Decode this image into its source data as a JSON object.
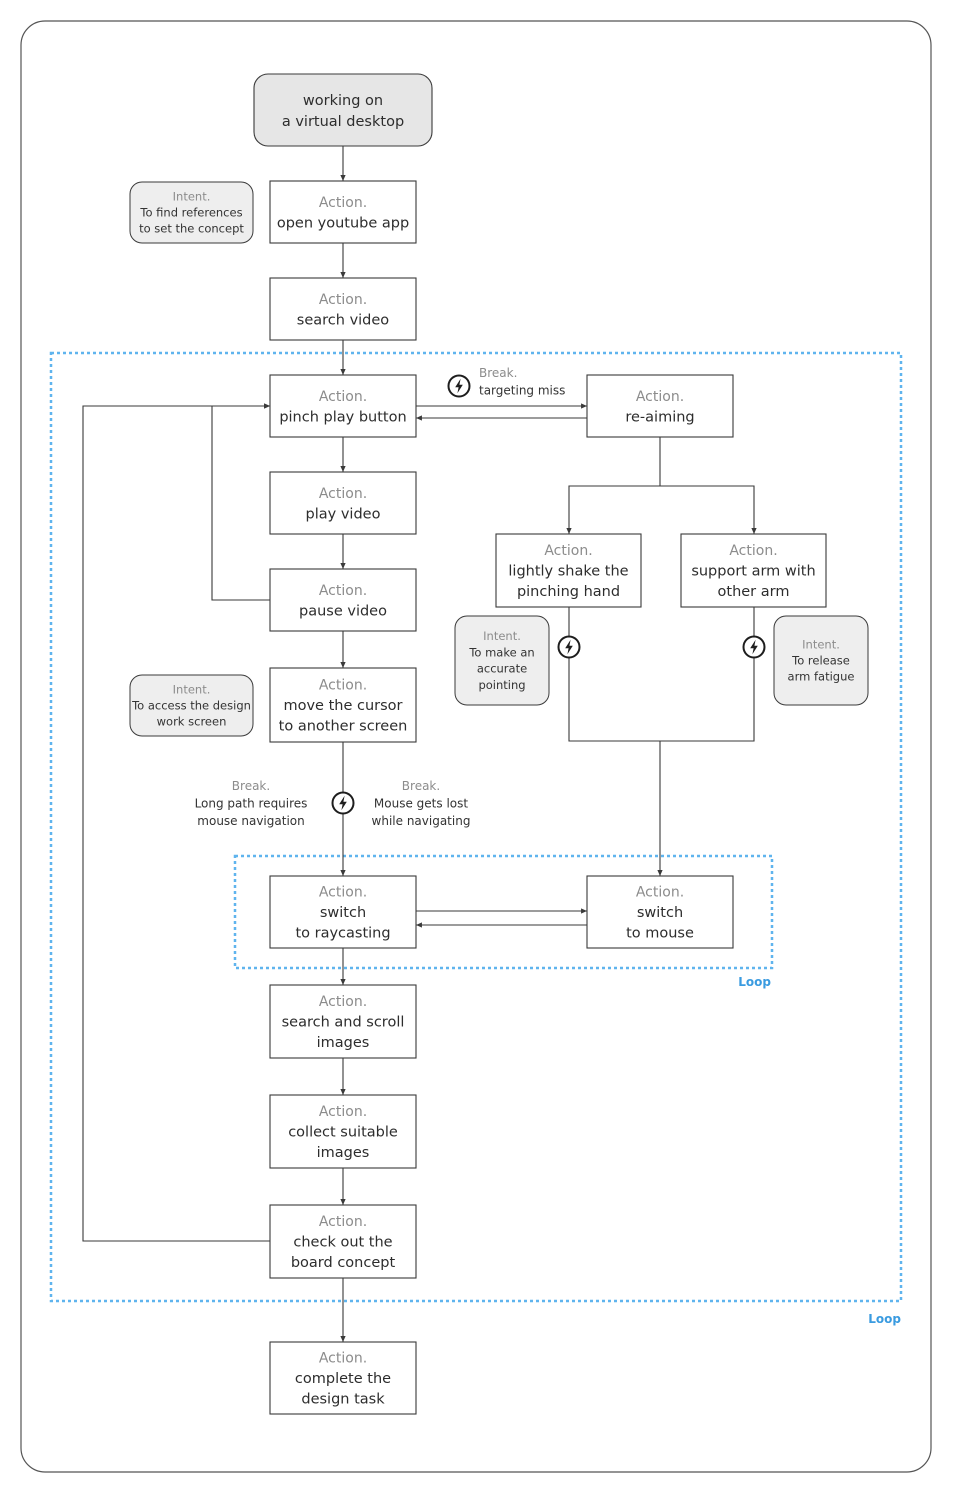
{
  "colors": {
    "loop": "#5fb4ee",
    "loop_label": "#3a9be0",
    "start_fill": "#e6e6e6",
    "intent_fill": "#eeeeee",
    "box_stroke": "#3a3a3a"
  },
  "start": {
    "line1": "working on",
    "line2": "a virtual desktop"
  },
  "actions": {
    "open_youtube": {
      "kicker": "Action.",
      "lines": [
        "open youtube app"
      ]
    },
    "search_video": {
      "kicker": "Action.",
      "lines": [
        "search video"
      ]
    },
    "pinch_play": {
      "kicker": "Action.",
      "lines": [
        "pinch play button"
      ]
    },
    "re_aiming": {
      "kicker": "Action.",
      "lines": [
        "re-aiming"
      ]
    },
    "play_video": {
      "kicker": "Action.",
      "lines": [
        "play video"
      ]
    },
    "pause_video": {
      "kicker": "Action.",
      "lines": [
        "pause video"
      ]
    },
    "shake_hand": {
      "kicker": "Action.",
      "lines": [
        "lightly shake the",
        "pinching hand"
      ]
    },
    "support_arm": {
      "kicker": "Action.",
      "lines": [
        "support arm with",
        "other arm"
      ]
    },
    "move_cursor": {
      "kicker": "Action.",
      "lines": [
        "move the cursor",
        "to another screen"
      ]
    },
    "switch_raycasting": {
      "kicker": "Action.",
      "lines": [
        "switch",
        "to raycasting"
      ]
    },
    "switch_mouse": {
      "kicker": "Action.",
      "lines": [
        "switch",
        "to mouse"
      ]
    },
    "search_scroll": {
      "kicker": "Action.",
      "lines": [
        "search and scroll",
        "images"
      ]
    },
    "collect_images": {
      "kicker": "Action.",
      "lines": [
        "collect suitable",
        "images"
      ]
    },
    "check_board": {
      "kicker": "Action.",
      "lines": [
        "check out the",
        "board concept"
      ]
    },
    "complete_task": {
      "kicker": "Action.",
      "lines": [
        "complete the",
        "design task"
      ]
    }
  },
  "intents": {
    "find_references": {
      "kicker": "Intent.",
      "lines": [
        "To find references",
        "to set the concept"
      ]
    },
    "accurate_pointing": {
      "kicker": "Intent.",
      "lines": [
        "To make an",
        "accurate",
        "pointing"
      ]
    },
    "arm_fatigue": {
      "kicker": "Intent.",
      "lines": [
        "To release",
        "arm fatigue"
      ]
    },
    "access_design": {
      "kicker": "Intent.",
      "lines": [
        "To access the design",
        "work screen"
      ]
    }
  },
  "breaks": {
    "targeting_miss": {
      "kicker": "Break.",
      "lines": [
        "targeting miss"
      ]
    },
    "long_path": {
      "kicker": "Break.",
      "lines": [
        "Long path requires",
        "mouse navigation"
      ]
    },
    "mouse_lost": {
      "kicker": "Break.",
      "lines": [
        "Mouse gets lost",
        "while navigating"
      ]
    }
  },
  "loops": {
    "inner": "Loop",
    "outer": "Loop"
  },
  "icons": [
    "lightning-break-icon"
  ]
}
